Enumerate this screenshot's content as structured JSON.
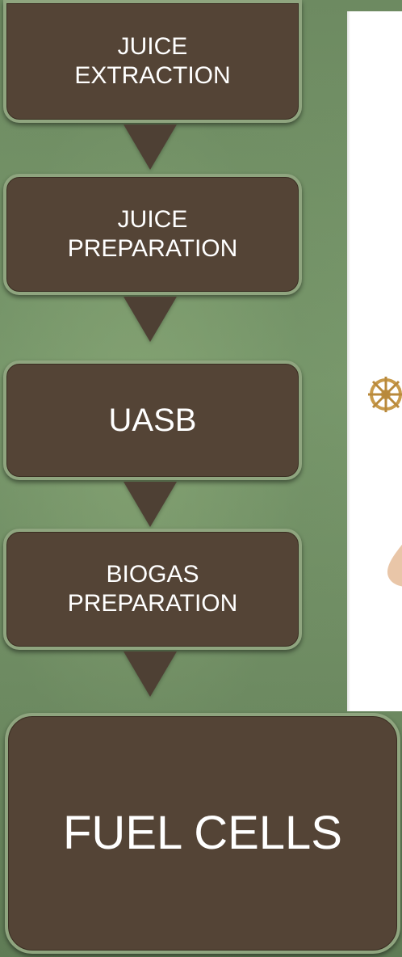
{
  "steps": [
    {
      "label": "JUICE\nEXTRACTION"
    },
    {
      "label": "JUICE\nPREPARATION"
    },
    {
      "label": "UASB"
    },
    {
      "label": "BIOGAS\nPREPARATION"
    },
    {
      "label": "FUEL CELLS"
    }
  ],
  "colors": {
    "background": "#6f8a62",
    "box_fill": "#544436",
    "box_border": "#8fa57f",
    "arrow": "#4e4034",
    "text": "#ffffff"
  },
  "icons": [
    "wheel-icon",
    "droplet-icon"
  ]
}
